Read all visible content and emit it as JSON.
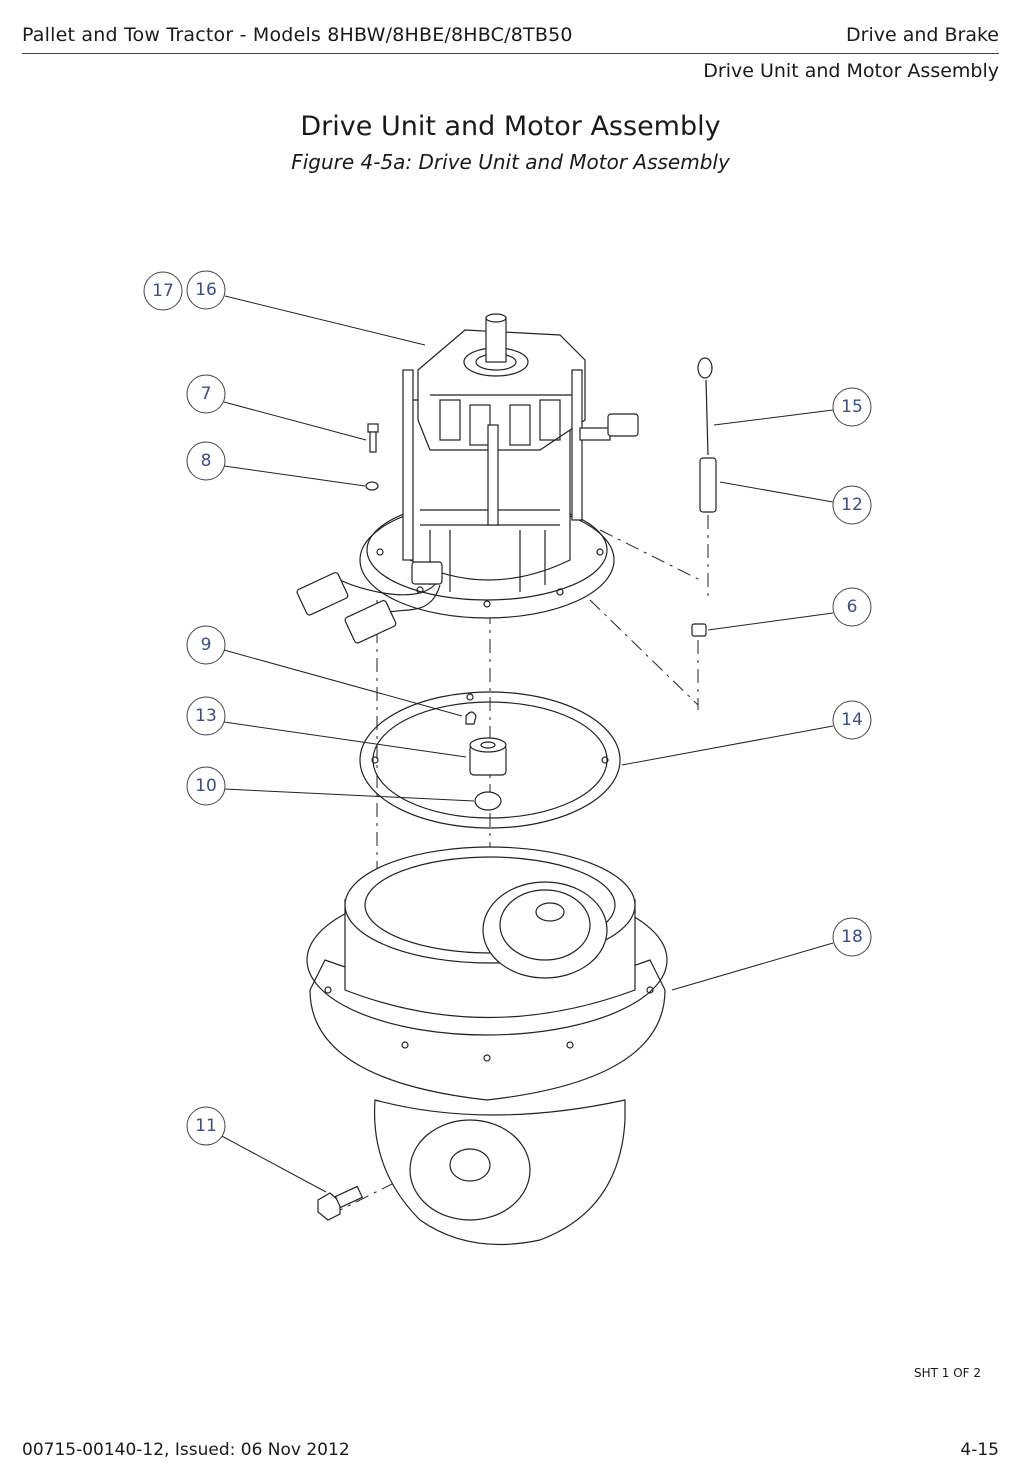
{
  "header": {
    "left": "Pallet and Tow Tractor - Models 8HBW/8HBE/8HBC/8TB50",
    "right": "Drive and Brake",
    "sub": "Drive Unit and Motor Assembly"
  },
  "title": "Drive Unit and Motor Assembly",
  "caption": "Figure 4-5a:  Drive Unit and Motor Assembly",
  "callouts": {
    "c17": "17",
    "c16": "16",
    "c7": "7",
    "c8": "8",
    "c15": "15",
    "c12": "12",
    "c6": "6",
    "c9": "9",
    "c13": "13",
    "c14": "14",
    "c10": "10",
    "c18": "18",
    "c11": "11"
  },
  "sheet": "SHT 1 OF 2",
  "footer": {
    "left": "00715-00140-12, Issued: 06 Nov 2012",
    "right": "4-15"
  }
}
